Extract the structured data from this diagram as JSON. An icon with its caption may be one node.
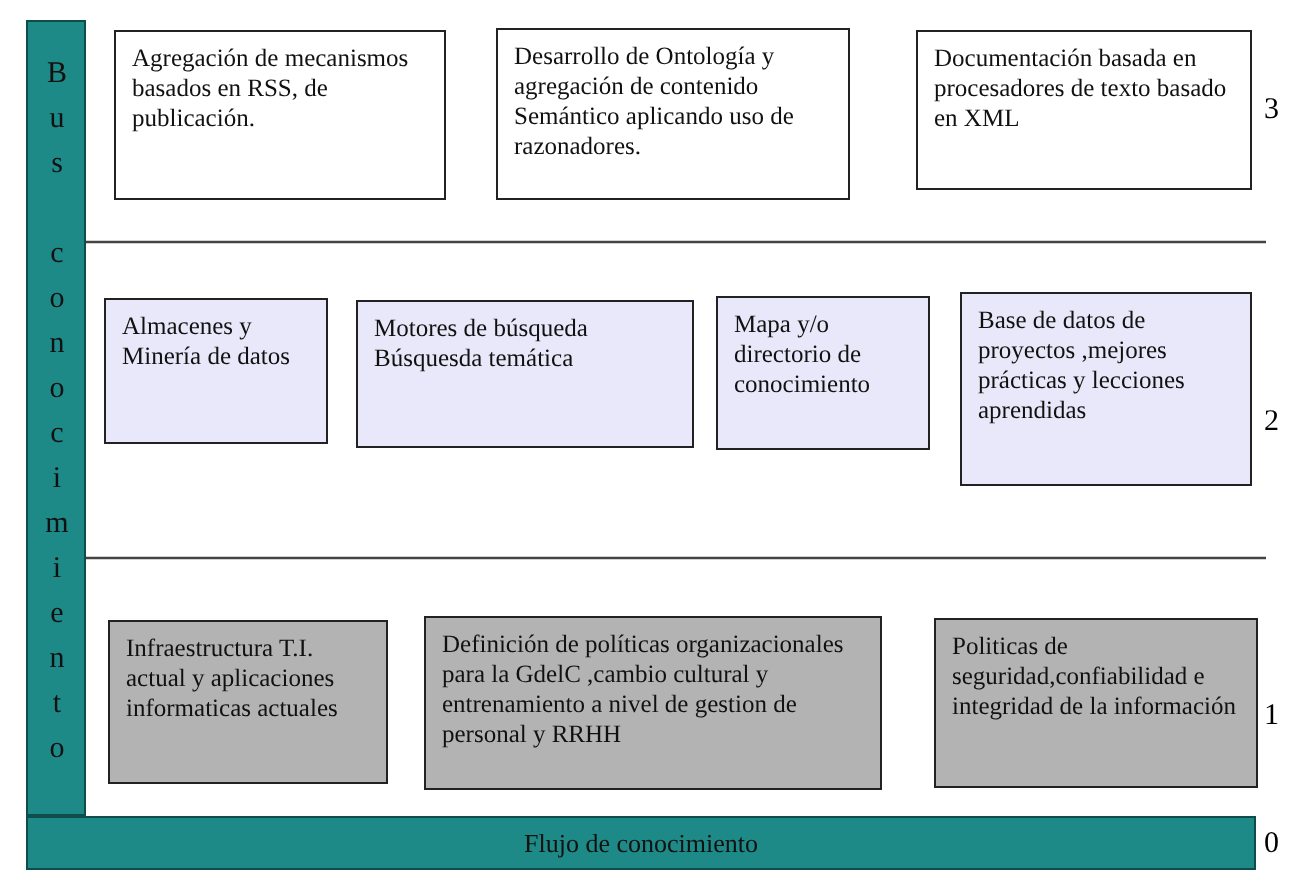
{
  "diagram": {
    "nodes": [
      {
        "text": [
          "Bus conocimiento"
        ]
      },
      {
        "text": [
          "Agregación de mecanismos basados en RSS, de publicación."
        ]
      },
      {
        "text": [
          "Desarrollo de Ontología y agregación de contenido Semántico aplicando uso de razonadores."
        ]
      },
      {
        "text": [
          "Documentación basada en procesadores de texto basado en XML"
        ]
      },
      {
        "text": [
          "Almacenes y Minería de datos"
        ]
      },
      {
        "text": [
          "Motores de búsqueda Búsquesda temática"
        ]
      },
      {
        "text": [
          "Mapa y/o directorio de conocimiento"
        ]
      },
      {
        "text": [
          "Base de datos de proyectos ,mejores prácticas y lecciones aprendidas"
        ]
      },
      {
        "text": [
          "Infraestructura T.I. actual y aplicaciones informaticas actuales"
        ]
      },
      {
        "text": [
          "Definición de políticas organizacionales para la GdelC ,cambio cultural y entrenamiento a nivel de gestion de personal y RRHH"
        ]
      },
      {
        "text": [
          "Politicas de seguridad,confiabilidad e integridad de la información"
        ]
      },
      {
        "text": [
          "Flujo de conocimiento"
        ]
      }
    ],
    "edges": [],
    "labels": [
      "3",
      "2",
      "1",
      "0"
    ]
  }
}
